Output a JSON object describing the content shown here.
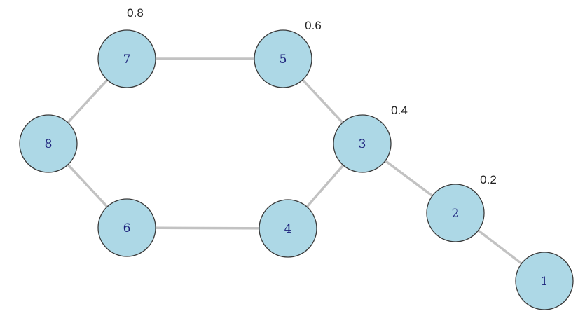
{
  "graph": {
    "colors": {
      "node_fill": "#add8e6",
      "node_stroke": "#3a3a3a",
      "edge": "#c2c2c2",
      "node_text": "#1a1f7a"
    },
    "nodes": [
      {
        "id": "1",
        "label": "1"
      },
      {
        "id": "2",
        "label": "2",
        "value": "0.2"
      },
      {
        "id": "3",
        "label": "3",
        "value": "0.4"
      },
      {
        "id": "4",
        "label": "4"
      },
      {
        "id": "5",
        "label": "5",
        "value": "0.6"
      },
      {
        "id": "6",
        "label": "6"
      },
      {
        "id": "7",
        "label": "7",
        "value": "0.8"
      },
      {
        "id": "8",
        "label": "8"
      }
    ],
    "edges": [
      {
        "from": "1",
        "to": "2"
      },
      {
        "from": "2",
        "to": "3"
      },
      {
        "from": "3",
        "to": "5"
      },
      {
        "from": "3",
        "to": "4"
      },
      {
        "from": "5",
        "to": "7"
      },
      {
        "from": "7",
        "to": "8"
      },
      {
        "from": "8",
        "to": "6"
      },
      {
        "from": "6",
        "to": "4"
      }
    ]
  }
}
